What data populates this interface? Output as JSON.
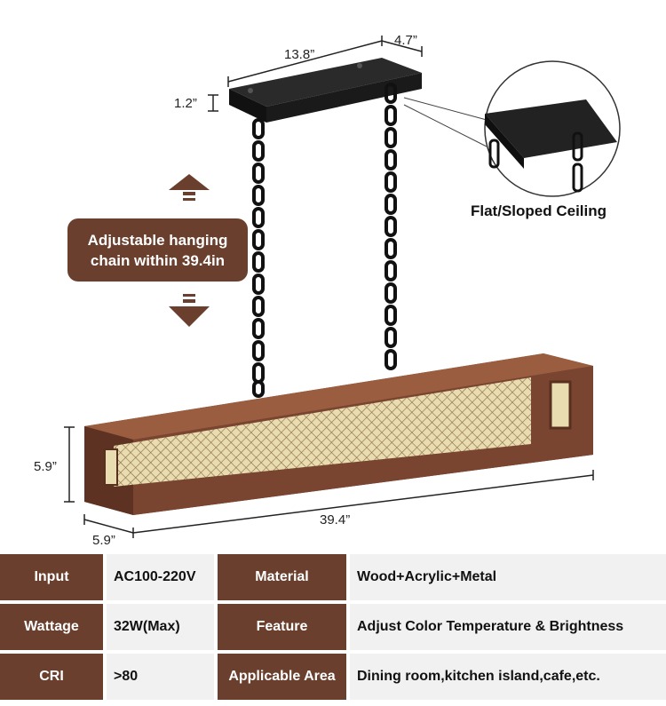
{
  "dimensions": {
    "canopy_length": "13.8”",
    "canopy_width": "4.7”",
    "canopy_height": "1.2”",
    "fixture_height": "5.9”",
    "fixture_depth": "5.9”",
    "fixture_length": "39.4”"
  },
  "callout": {
    "line1": "Adjustable hanging",
    "line2": "chain within 39.4in"
  },
  "ceiling_label": "Flat/Sloped Ceiling",
  "colors": {
    "brown": "#6a3f2d",
    "wood": "#7a4530",
    "metal": "#1b1b1b"
  },
  "specs": [
    {
      "label1": "Input",
      "value1": "AC100-220V",
      "label2": "Material",
      "value2": "Wood+Acrylic+Metal"
    },
    {
      "label1": "Wattage",
      "value1": "32W(Max)",
      "label2": "Feature",
      "value2": "Adjust Color Temperature & Brightness"
    },
    {
      "label1": "CRI",
      "value1": ">80",
      "label2": "Applicable Area",
      "value2": "Dining room,kitchen island,cafe,etc."
    }
  ]
}
